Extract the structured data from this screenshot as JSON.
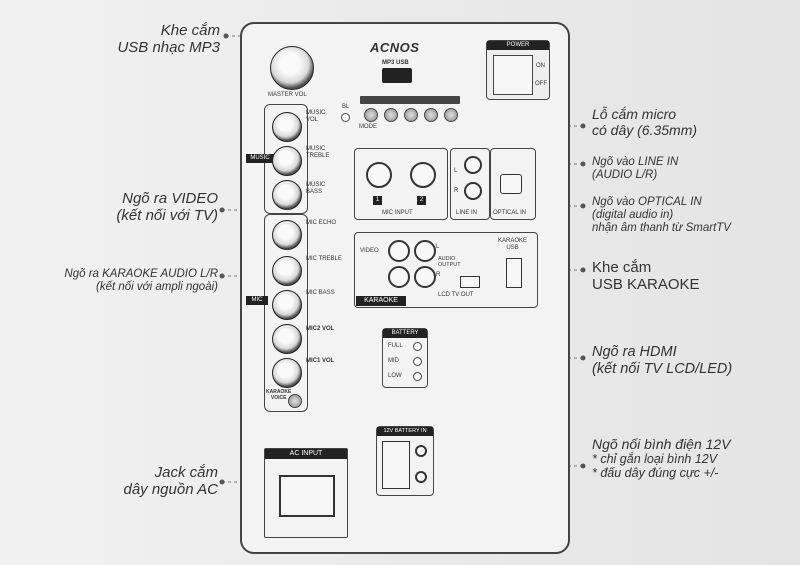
{
  "left_annotations": [
    {
      "id": "usb-mp3",
      "lines": [
        "Khe cắm",
        "USB nhạc MP3"
      ]
    },
    {
      "id": "video-out",
      "lines": [
        "Ngõ ra VIDEO",
        "(kết nối với TV)"
      ]
    },
    {
      "id": "karaoke-audio",
      "lines": [
        "Ngõ ra KARAOKE AUDIO L/R",
        "(kết nối với ampli ngoài)"
      ]
    },
    {
      "id": "ac-jack",
      "lines": [
        "Jack cắm",
        "dây nguồn AC"
      ]
    }
  ],
  "right_annotations": [
    {
      "id": "mic-in",
      "lines": [
        "Lỗ cắm micro",
        "có dây (6.35mm)"
      ]
    },
    {
      "id": "line-in",
      "lines": [
        "Ngõ vào LINE IN",
        "(AUDIO L/R)"
      ]
    },
    {
      "id": "optical-in",
      "lines": [
        "Ngõ vào OPTICAL IN",
        "(digital audio in)",
        "nhận âm thanh từ SmartTV"
      ]
    },
    {
      "id": "karaoke-usb",
      "lines": [
        "Khe cắm",
        "USB KARAOKE"
      ]
    },
    {
      "id": "hdmi-out",
      "lines": [
        "Ngõ ra HDMI",
        "(kết nối TV LCD/LED)"
      ]
    },
    {
      "id": "battery-12v",
      "lines": [
        "Ngõ nối bình điện 12V",
        "* chỉ gắn loại bình 12V",
        "* đấu dây đúng cực +/-"
      ]
    }
  ],
  "panel": {
    "brand": "ACNOS",
    "mp3_usb": "MP3 USB",
    "master_vol": "MASTER VOL",
    "power": "POWER",
    "on": "ON",
    "off": "OFF",
    "bl": "BL",
    "mode": "MODE",
    "music_group": "MUSIC",
    "music_knobs": [
      "MUSIC\nVOL",
      "MUSIC\nTREBLE",
      "MUSIC\nBASS"
    ],
    "mic_group": "MIC",
    "mic_knobs": [
      "MIC ECHO",
      "MIC TREBLE",
      "MIC BASS",
      "MIC2 VOL",
      "MIC1 VOL"
    ],
    "karaoke_voice": "KARAOKE\nVOICE",
    "mic_input": "MIC INPUT",
    "mic_1": "1",
    "mic_2": "2",
    "line_in": "LINE IN",
    "line_l": "L",
    "line_r": "R",
    "optical_in": "OPTICAL IN",
    "video": "VIDEO",
    "audio_output": "AUDIO\nOUTPUT",
    "out_l": "L",
    "out_r": "R",
    "karaoke_usb": "KARAOKE\nUSB",
    "lcd_tv_out": "LCD TV OUT",
    "karaoke": "KARAOKE",
    "battery": "BATTERY",
    "battery_levels": [
      "FULL",
      "MID",
      "LOW"
    ],
    "battery_12v_in": "12V BATTERY IN",
    "ac_input": "AC INPUT"
  }
}
